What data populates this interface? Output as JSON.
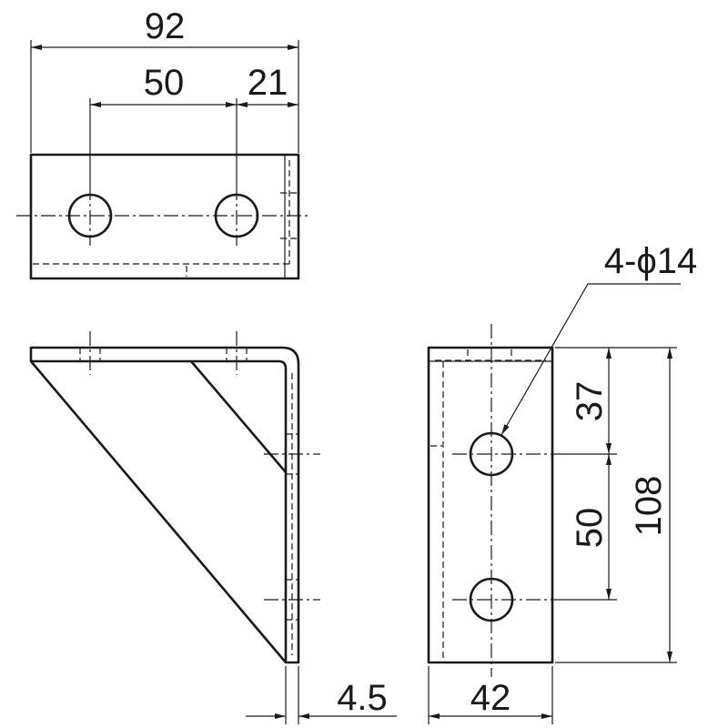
{
  "dimensions": {
    "overall_width": "92",
    "hole_spacing_top": "50",
    "edge_offset": "21",
    "hole_callout": "4-ϕ14",
    "vertical_top": "37",
    "vertical_spacing": "50",
    "overall_height": "108",
    "thickness": "4.5",
    "side_width": "42"
  }
}
